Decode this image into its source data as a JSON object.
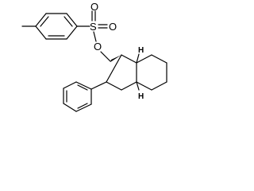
{
  "molecule": {
    "atoms": {
      "sulfur": "S",
      "oxygen_top": "O",
      "oxygen_right": "O",
      "oxygen_ester": "O",
      "hydrogen_top": "H",
      "hydrogen_bottom": "H"
    },
    "colors": {
      "stroke": "#000000",
      "background": "#ffffff"
    }
  }
}
